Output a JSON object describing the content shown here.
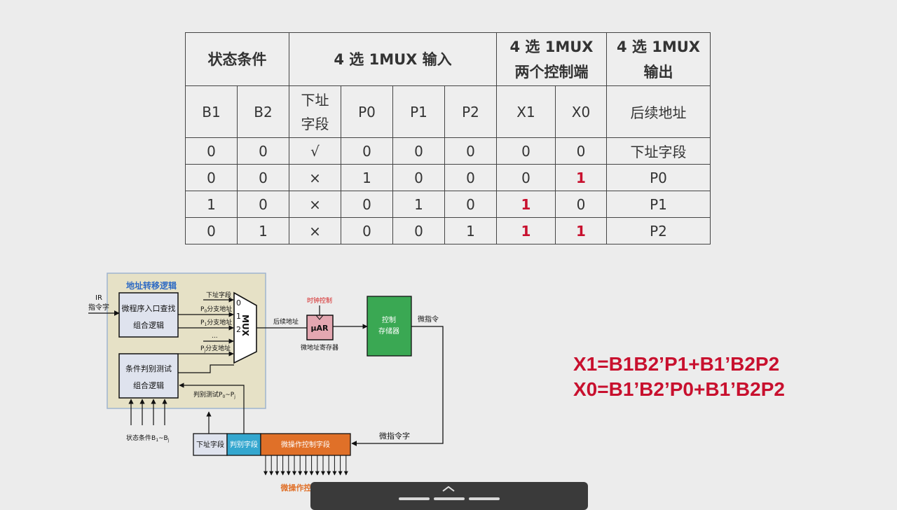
{
  "table": {
    "header1": {
      "condition": "状态条件",
      "mux_input": "4 选 1MUX 输入",
      "control_line1": "4 选 1MUX",
      "control_line2": "两个控制端",
      "output_line1": "4 选 1MUX",
      "output_line2": "输出"
    },
    "header2": {
      "b1": "B1",
      "b2": "B2",
      "addr_line1": "下址",
      "addr_line2": "字段",
      "p0": "P0",
      "p1": "P1",
      "p2": "P2",
      "x1": "X1",
      "x0": "X0",
      "next_addr": "后续地址"
    },
    "rows": [
      {
        "b1": "0",
        "b2": "0",
        "addr": "√",
        "p0": "0",
        "p1": "0",
        "p2": "0",
        "x1": "0",
        "x0": "0",
        "out": "下址字段"
      },
      {
        "b1": "0",
        "b2": "0",
        "addr": "×",
        "p0": "1",
        "p1": "0",
        "p2": "0",
        "x1": "0",
        "x0": "1",
        "out": "P0"
      },
      {
        "b1": "1",
        "b2": "0",
        "addr": "×",
        "p0": "0",
        "p1": "1",
        "p2": "0",
        "x1": "1",
        "x0": "0",
        "out": "P1"
      },
      {
        "b1": "0",
        "b2": "1",
        "addr": "×",
        "p0": "0",
        "p1": "0",
        "p2": "1",
        "x1": "1",
        "x0": "1",
        "out": "P2"
      }
    ]
  },
  "diagram": {
    "panel_title": "地址转移逻辑",
    "ir_line1": "IR",
    "ir_line2": "指令字",
    "entry_line1": "微程序入口查找",
    "entry_line2": "组合逻辑",
    "cond_line1": "条件判别测试",
    "cond_line2": "组合逻辑",
    "mux_in_addr": "下址字段",
    "mux_in_p0_sub": "0",
    "mux_in_p1_sub": "1",
    "mux_in_dots": "...",
    "mux_in_pj_sub": "j",
    "mux_in_p": "P",
    "mux_in_suffix": "分支地址",
    "mux_idx_0": "0",
    "mux_idx_1": "1",
    "mux_idx_2": "2",
    "mux_label": "MUX",
    "next_addr": "后续地址",
    "clock": "时钟控制",
    "uar": "μAR",
    "uar_name": "微地址寄存器",
    "cs_line1": "控制",
    "cs_line2": "存储器",
    "micro_instr": "微指令",
    "micro_instr_word": "微指令字",
    "judge_test": "判别测试P",
    "judge_sub0": "0",
    "judge_tilde": "~P",
    "judge_subj": "j",
    "status_cond": "状态条件B",
    "status_sub1": "1",
    "status_tilde": "~B",
    "status_subj": "j",
    "field_addr": "下址字段",
    "field_judge": "判别字段",
    "field_op": "微操作控制字段",
    "signals": "微操作控制信号"
  },
  "formulas": {
    "x1": "X1=B1B2’P1+B1’B2P2",
    "x0": "X0=B1’B2’P0+B1’B2P2"
  },
  "colors": {
    "accent_red": "#c8102e",
    "panel_bg": "#e6e1c6",
    "mar_pink": "#e4a7b1",
    "cs_green": "#3aa853",
    "field_blue": "#34a7cf",
    "field_orange": "#e07028",
    "field_gray": "#dfe3ee"
  }
}
